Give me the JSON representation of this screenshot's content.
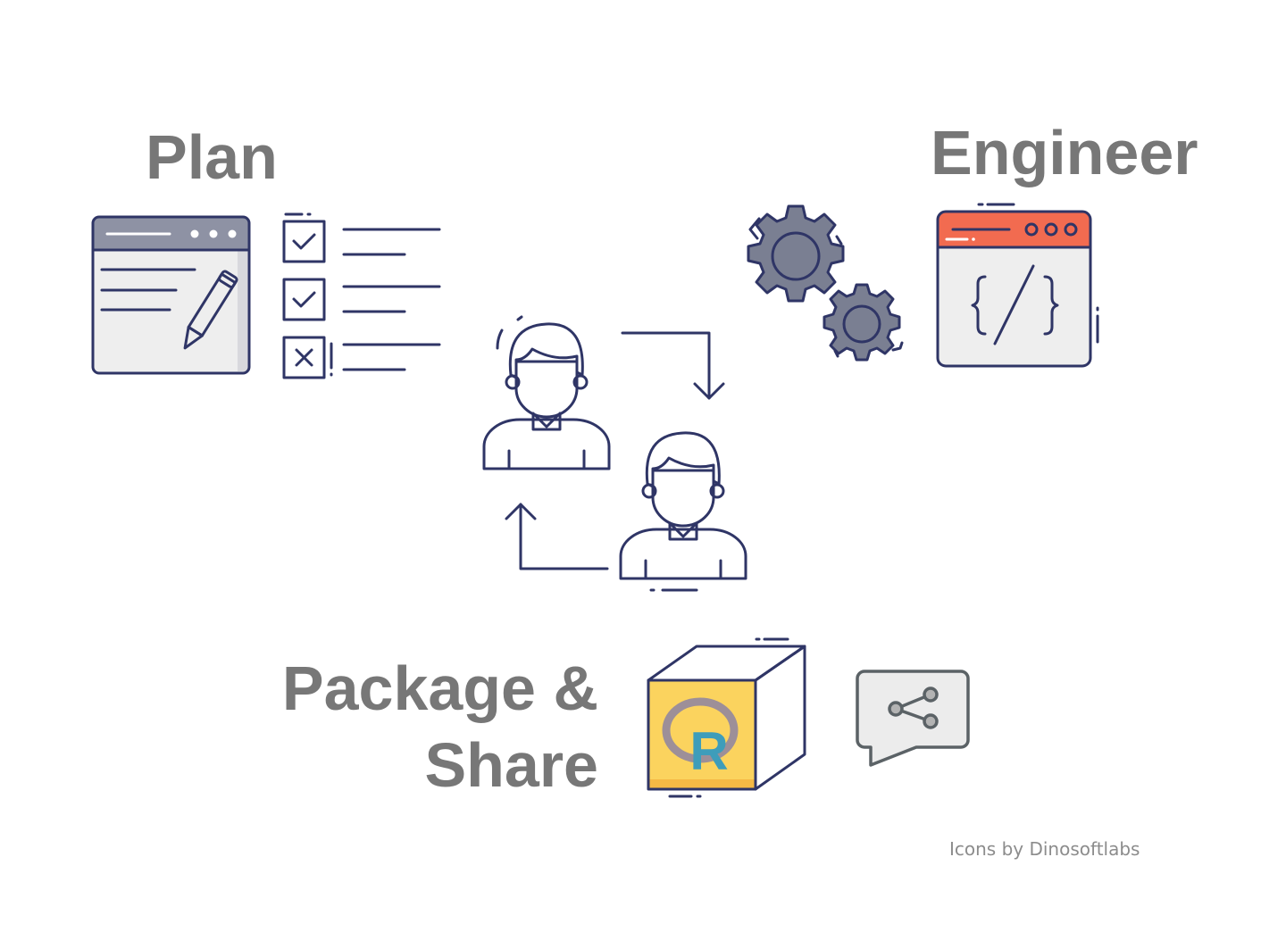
{
  "labels": {
    "plan": "Plan",
    "engineer": "Engineer",
    "package_line1": "Package &",
    "package_line2": "Share"
  },
  "credit": "Icons by Dinosoftlabs",
  "icons": {
    "r_logo_letter": "R"
  },
  "colors": {
    "outline": "#2f3566",
    "teal": "#26c9b8",
    "red": "#f26b50",
    "yellow": "#fbd35e",
    "gray": "#7a7f92",
    "text": "#777777"
  }
}
